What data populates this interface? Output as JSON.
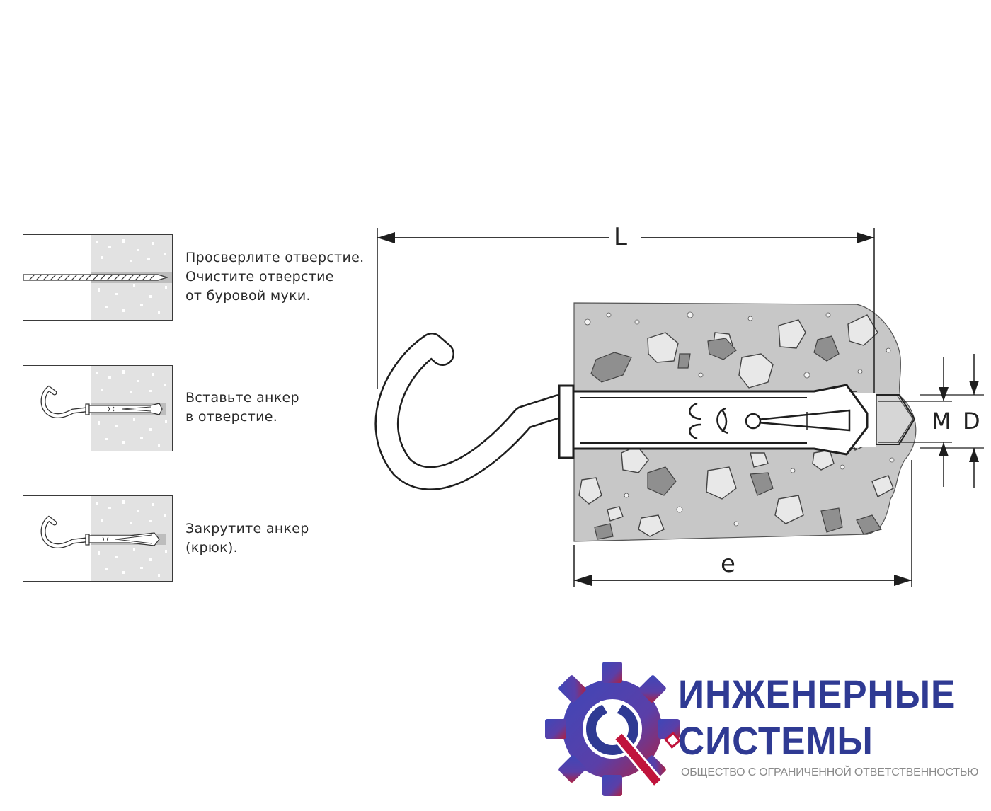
{
  "steps": [
    {
      "lines": [
        "Просверлите отверстие.",
        "Очистите отверстие",
        "от буровой муки."
      ]
    },
    {
      "lines": [
        "Вставьте анкер",
        "в отверстие."
      ]
    },
    {
      "lines": [
        "Закрутите  анкер",
        "(крюк)."
      ]
    }
  ],
  "dimensions": {
    "length": "L",
    "embed": "e",
    "thread": "M",
    "diameter": "D"
  },
  "logo": {
    "line1": "ИНЖЕНЕРНЫЕ",
    "line2": "СИСТЕМЫ",
    "subtitle": "ОБЩЕСТВО С ОГРАНИЧЕННОЙ ОТВЕТСТВЕННОСТЬЮ"
  },
  "colors": {
    "concrete": "#c8c8c8",
    "stone_light": "#e9e9e9",
    "stone_dark": "#8c8c8c",
    "line": "#1e1e1e",
    "logo_blue": "#2f3a93",
    "logo_red": "#c0143c"
  },
  "icons": [
    "drill-bit-icon",
    "hook-anchor-icon",
    "gear-wrench-logo-icon"
  ]
}
